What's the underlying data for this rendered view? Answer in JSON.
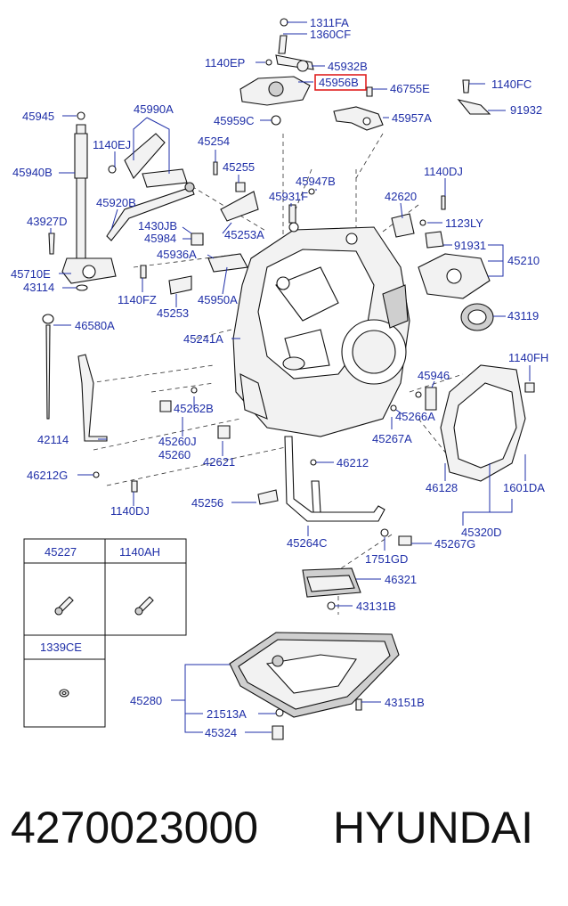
{
  "labels": [
    "1311FA",
    "1360CF",
    "1140EP",
    "45932B",
    "45956B",
    "46755E",
    "1140FC",
    "45945",
    "45990A",
    "45959C",
    "45957A",
    "91932",
    "1140EJ",
    "45940B",
    "45254",
    "45255",
    "45947B",
    "1140DJ",
    "42620",
    "45931F",
    "1123LY",
    "45920B",
    "43927D",
    "1430JB",
    "45984",
    "45253A",
    "91931",
    "45210",
    "45936A",
    "45710E",
    "43114",
    "1140FZ",
    "45253",
    "45950A",
    "43119",
    "46580A",
    "45241A",
    "1140FH",
    "45946",
    "45262B",
    "45266A",
    "45260J",
    "45260",
    "42621",
    "45267A",
    "42114",
    "46212",
    "46212G",
    "46128",
    "1601DA",
    "1140DJ",
    "45256",
    "45320D",
    "45264C",
    "1751GD",
    "45267G",
    "46321",
    "43131B",
    "45280",
    "21513A",
    "43151B",
    "45324"
  ],
  "highlighted_label": "45956B",
  "table": {
    "cells": [
      "45227",
      "1140AH",
      "1339CE"
    ]
  },
  "footer": {
    "part_number": "4270023000",
    "brand": "HYUNDAI"
  },
  "colors": {
    "label": "#1f2fa8",
    "highlight": "#e02020"
  }
}
